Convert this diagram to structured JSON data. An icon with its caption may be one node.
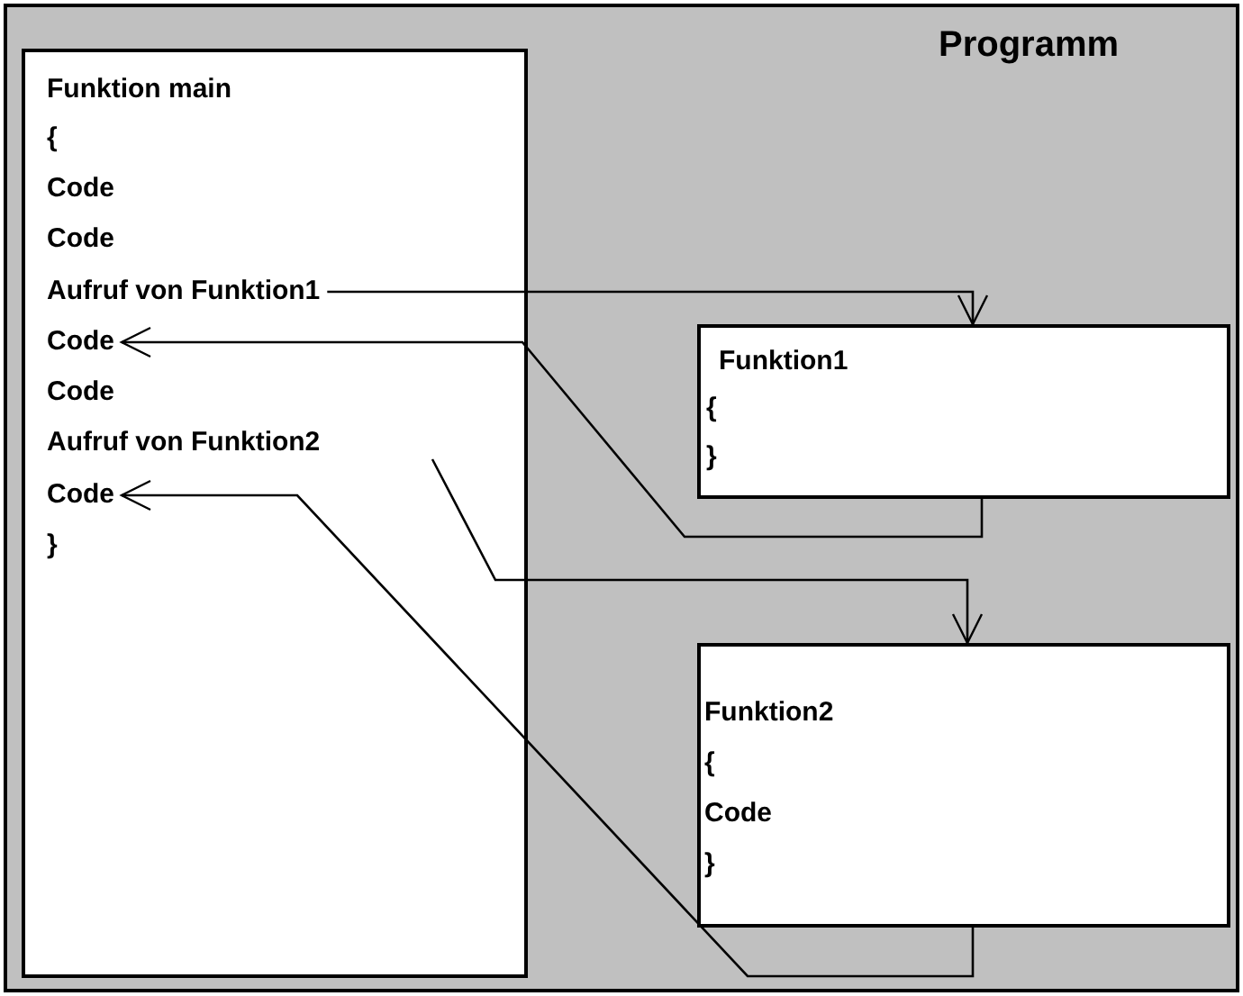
{
  "diagram": {
    "nodes": [
      {
        "text": [
          "Programm"
        ]
      },
      {
        "text": [
          "Funktion main"
        ],
        "in": 0
      },
      {
        "text": [
          "{"
        ],
        "in": 1
      },
      {
        "text": [
          "Code"
        ],
        "in": 1
      },
      {
        "text": [
          "Code"
        ],
        "in": 1
      },
      {
        "text": [
          "Aufruf von Funktion1"
        ],
        "in": 1
      },
      {
        "text": [
          "Code"
        ],
        "in": 1
      },
      {
        "text": [
          "Code"
        ],
        "in": 1
      },
      {
        "text": [
          "Aufruf von Funktion2"
        ],
        "in": 1
      },
      {
        "text": [
          "Code"
        ],
        "in": 1
      },
      {
        "text": [
          "}"
        ],
        "in": 1
      },
      {
        "text": [
          "Funktion1",
          "{",
          "}"
        ],
        "in": 0
      },
      {
        "text": [
          "Funktion2",
          "{",
          "Code",
          "}"
        ],
        "in": 0
      }
    ],
    "edges": [
      {
        "from": 5,
        "to": 11,
        "arrow": "to"
      },
      {
        "from": 11,
        "to": 6,
        "arrow": "to"
      },
      {
        "from": 8,
        "to": 12,
        "arrow": "to"
      },
      {
        "from": 12,
        "to": 9,
        "arrow": "to"
      }
    ]
  }
}
